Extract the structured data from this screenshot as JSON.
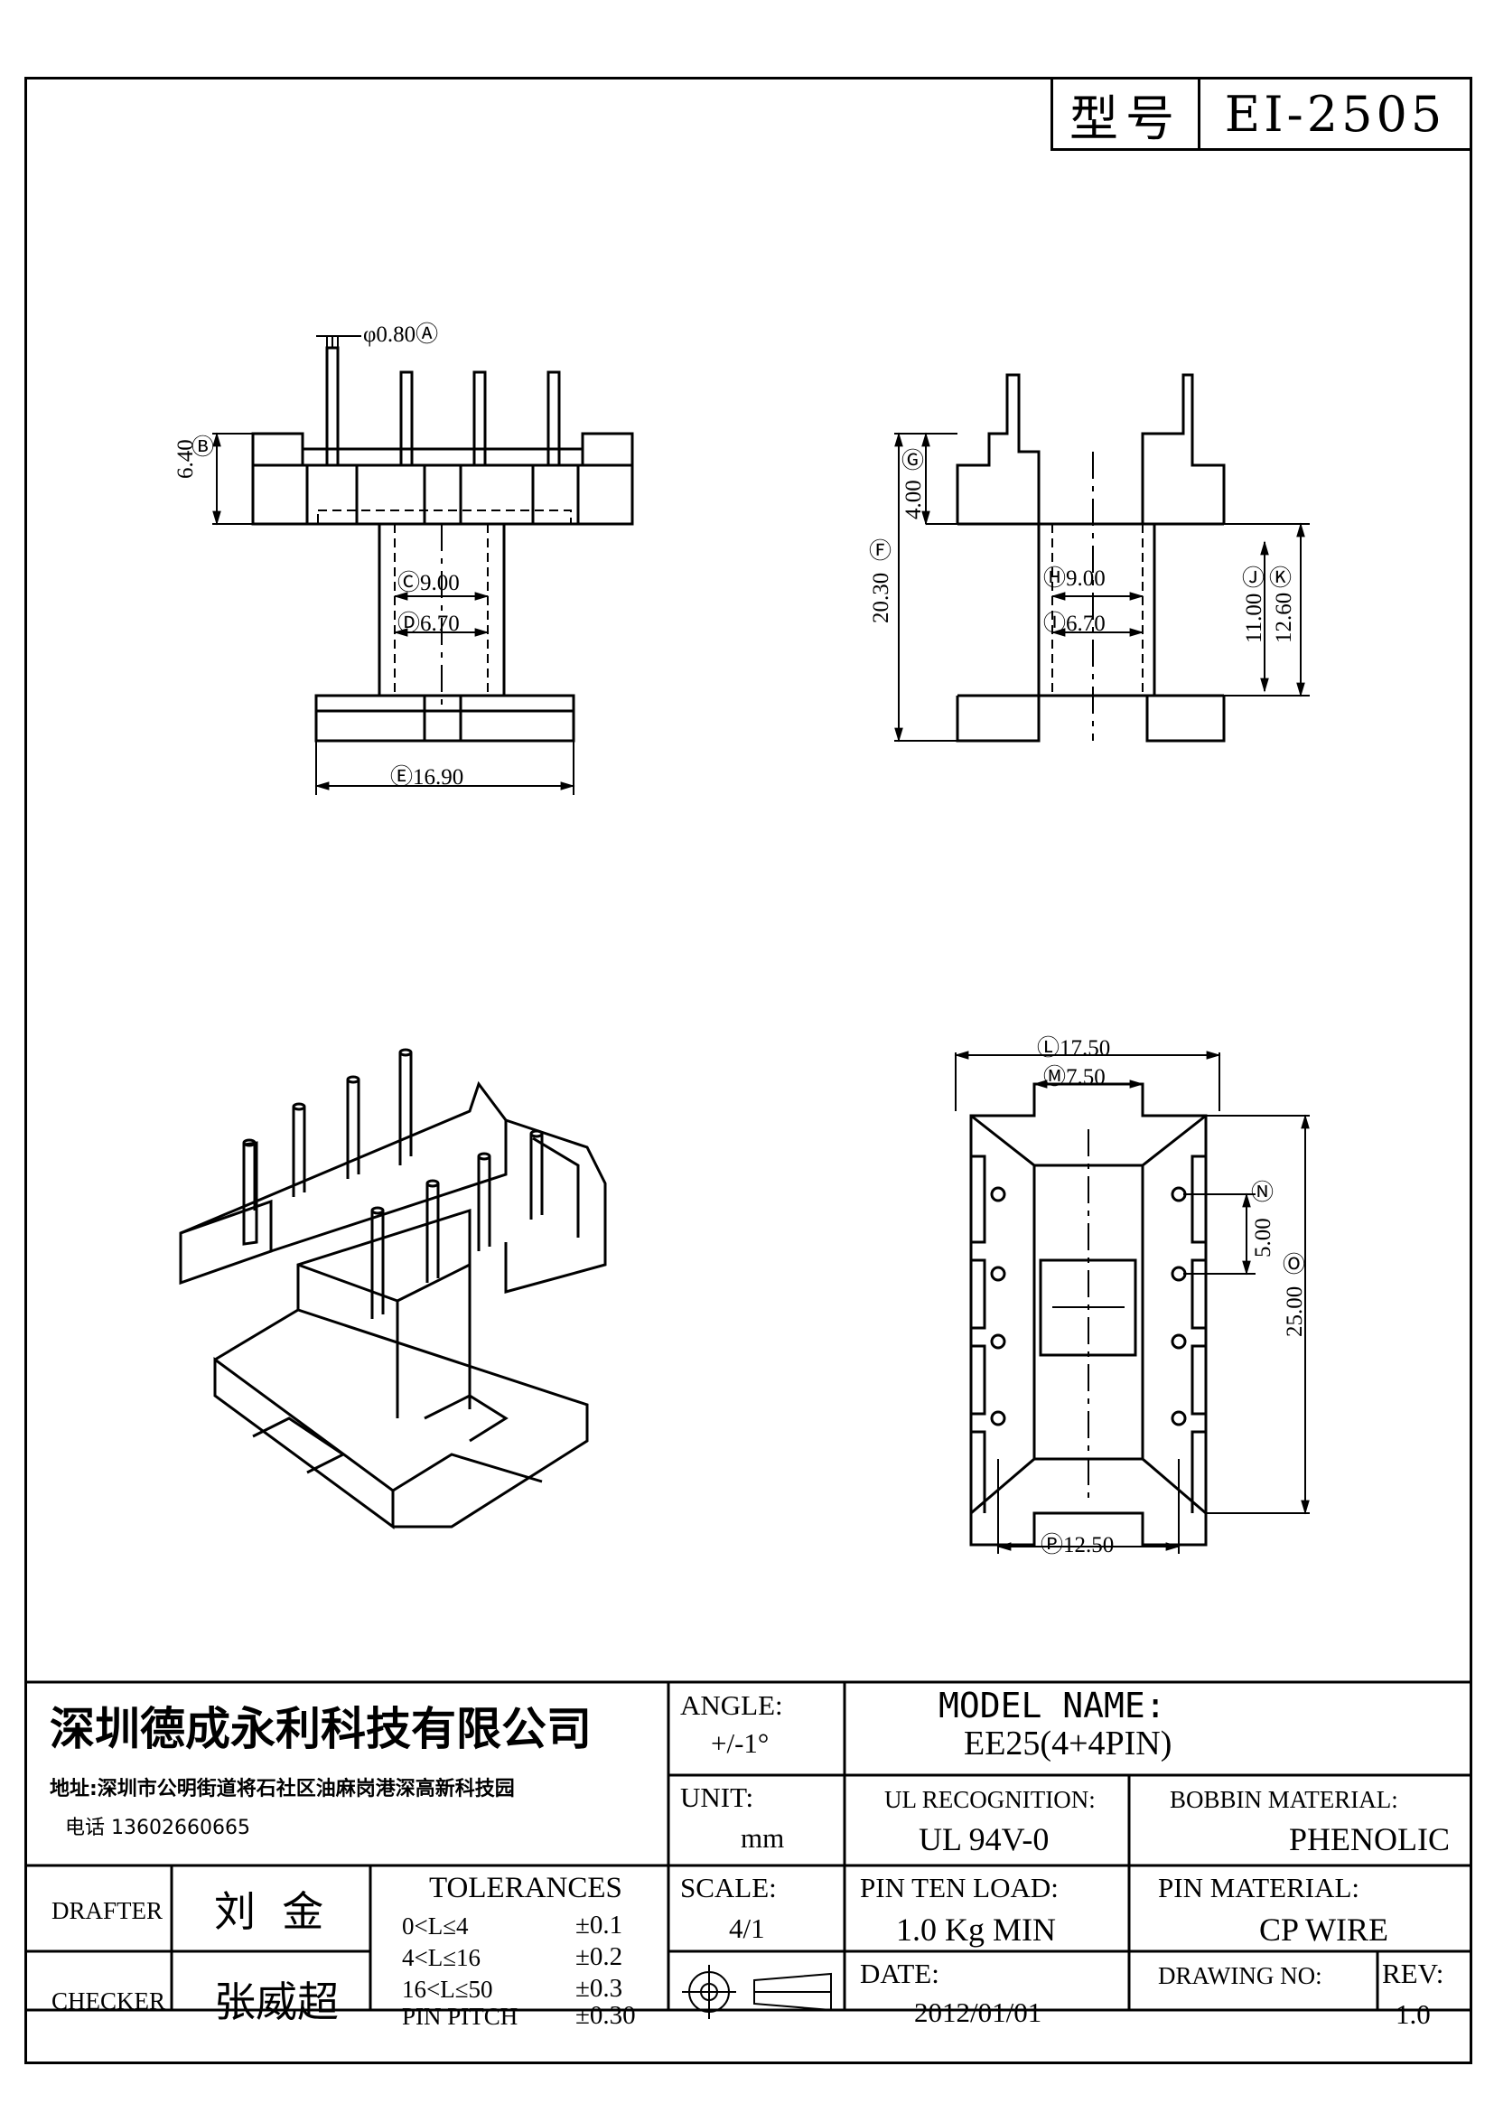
{
  "header": {
    "model_label": "型号",
    "model_value": "EI-2505"
  },
  "dimensions": {
    "A": "φ0.80Ⓐ",
    "B": "Ⓑ",
    "B_val": "6.40",
    "C": "Ⓒ9.00",
    "D": "Ⓓ6.70",
    "E": "Ⓔ16.90",
    "F": "Ⓕ",
    "F_val": "20.30",
    "G": "Ⓖ",
    "G_val": "4.00",
    "H": "Ⓗ9.00",
    "I": "Ⓘ6.70",
    "J": "Ⓙ",
    "J_val": "11.00",
    "K": "Ⓚ",
    "K_val": "12.60",
    "L": "Ⓛ17.50",
    "M": "Ⓜ7.50",
    "N": "Ⓝ",
    "N_val": "5.00",
    "O": "Ⓞ",
    "O_val": "25.00",
    "P": "Ⓟ12.50"
  },
  "title_block": {
    "company": "深圳德成永利科技有限公司",
    "address": "地址:深圳市公明街道将石社区油麻岗港深高新科技园",
    "phone": "电话 13602660665",
    "angle_label": "ANGLE:",
    "angle_value": "+/-1°",
    "model_name_label": "MODEL NAME:",
    "model_name_value": "EE25(4+4PIN)",
    "unit_label": "UNIT:",
    "unit_value": "mm",
    "ul_label": "UL RECOGNITION:",
    "ul_value": "UL 94V-0",
    "bobbin_label": "BOBBIN MATERIAL:",
    "bobbin_value": "PHENOLIC",
    "drafter_label": "DRAFTER",
    "drafter_value": "刘  金",
    "checker_label": "CHECKER",
    "checker_value": "张威超",
    "tolerances_label": "TOLERANCES",
    "tolerances": [
      {
        "range": "0<L≤4",
        "tol": "±0.1"
      },
      {
        "range": "4<L≤16",
        "tol": "±0.2"
      },
      {
        "range": "16<L≤50",
        "tol": "±0.3"
      },
      {
        "range": "PIN PITCH",
        "tol": "±0.30"
      }
    ],
    "scale_label": "SCALE:",
    "scale_value": "4/1",
    "pin_load_label": "PIN TEN LOAD:",
    "pin_load_value": "1.0 Kg MIN",
    "pin_material_label": "PIN MATERIAL:",
    "pin_material_value": "CP WIRE",
    "date_label": "DATE:",
    "date_value": "2012/01/01",
    "drawing_no_label": "DRAWING NO:",
    "rev_label": "REV:",
    "rev_value": "1.0"
  }
}
